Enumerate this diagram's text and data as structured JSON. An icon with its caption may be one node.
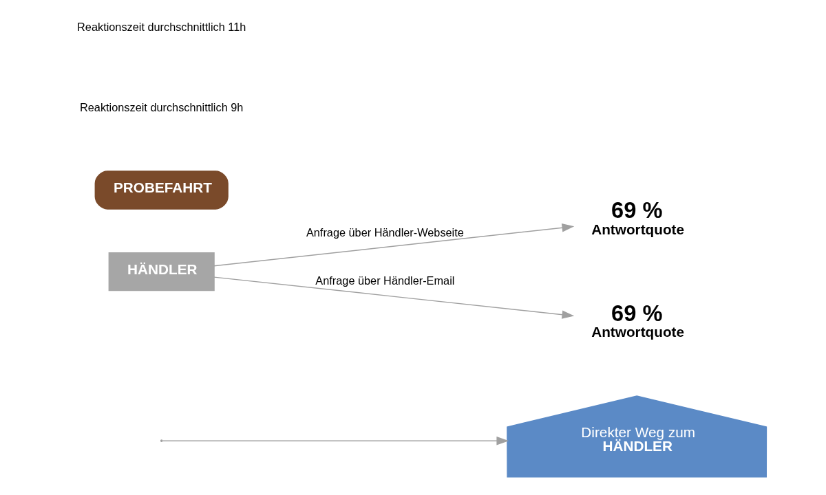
{
  "diagram": {
    "nodes": [
      {
        "text": [
          "Direkter Weg zum",
          "HÄNDLER"
        ]
      },
      {
        "text": [
          "HÄNDLER"
        ]
      },
      {
        "text": [
          "69 %",
          "Antwortquote"
        ]
      },
      {
        "text": [
          "69 %",
          "Antwortquote"
        ]
      },
      {
        "text": [
          "PROBEFAHRT"
        ]
      }
    ],
    "edges": [
      {
        "from": null,
        "to": 0,
        "arrow": "to"
      },
      {
        "from": 1,
        "to": 2,
        "arrow": "to",
        "label": "Anfrage über Händler-Webseite"
      },
      {
        "from": 1,
        "to": 3,
        "arrow": "to",
        "label": "Anfrage über Händler-Email"
      }
    ],
    "labels": [
      "Reaktionszeit durchschnittlich 9h",
      "Reaktionszeit durchschnittlich 11h"
    ]
  }
}
